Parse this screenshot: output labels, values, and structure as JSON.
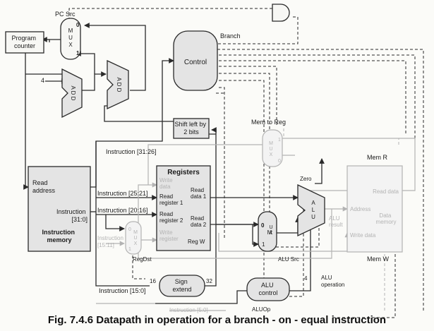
{
  "labels": {
    "pc_src": "PC Src",
    "branch": "Branch",
    "program_counter": "Program\ncounter",
    "mux": "MUX",
    "mux_top_0": "0",
    "mux_top_1": "1",
    "add": "ADD",
    "const_four": "4",
    "control": "Control",
    "shift_left": "Shift left by\n2 bits",
    "instr_31_26": "Instruction [31:26]",
    "mem_to_reg": "Mem to Reg",
    "mem_r": "Mem R",
    "mem_w": "Mem W",
    "read_address": "Read\naddress",
    "instruction_31_0": "Instruction\n[31:0]",
    "instruction_memory": "Instruction\nmemory",
    "instr_25_21": "Instruction [25:21]",
    "instr_20_16": "Instruction [20:16]",
    "instr_15_11": "Instruction\n[15:11]",
    "instr_15_0": "Instruction [15:0]",
    "instr_5_0": "Instruction [5:0]",
    "registers": "Registers",
    "write_data": "Write\ndata",
    "read_register_1": "Read\nregister 1",
    "read_register_2": "Read\nregister 2",
    "write_register": "Write\nregister",
    "read_data_1": "Read\ndata 1",
    "read_data_2": "Read\ndata 2",
    "reg_w": "Reg W",
    "reg_dst": "RegDst",
    "zero": "Zero",
    "alu": "ALU",
    "alu_result": "ALU\nresult",
    "alu_src": "ALU Src",
    "read_data": "Read data",
    "address": "Address",
    "data_memory": "Data\nmemory",
    "write_data_mem": "Write data",
    "sign_extend": "Sign\nextend",
    "bits_16": "16",
    "bits_32": "32",
    "alu_control": "ALU\ncontrol",
    "alu_operation": "ALU\noperation",
    "alu_op": "ALUOp",
    "bus_4": "4",
    "caption": "Fig. 7.4.6 Datapath in operation for a branch - on - equal instruction"
  },
  "colors": {
    "active": "#2a2a2a",
    "inactive": "#b3b3b3",
    "fill_active": "#e4e4e4",
    "fill_inactive": "#f3f3f3"
  }
}
